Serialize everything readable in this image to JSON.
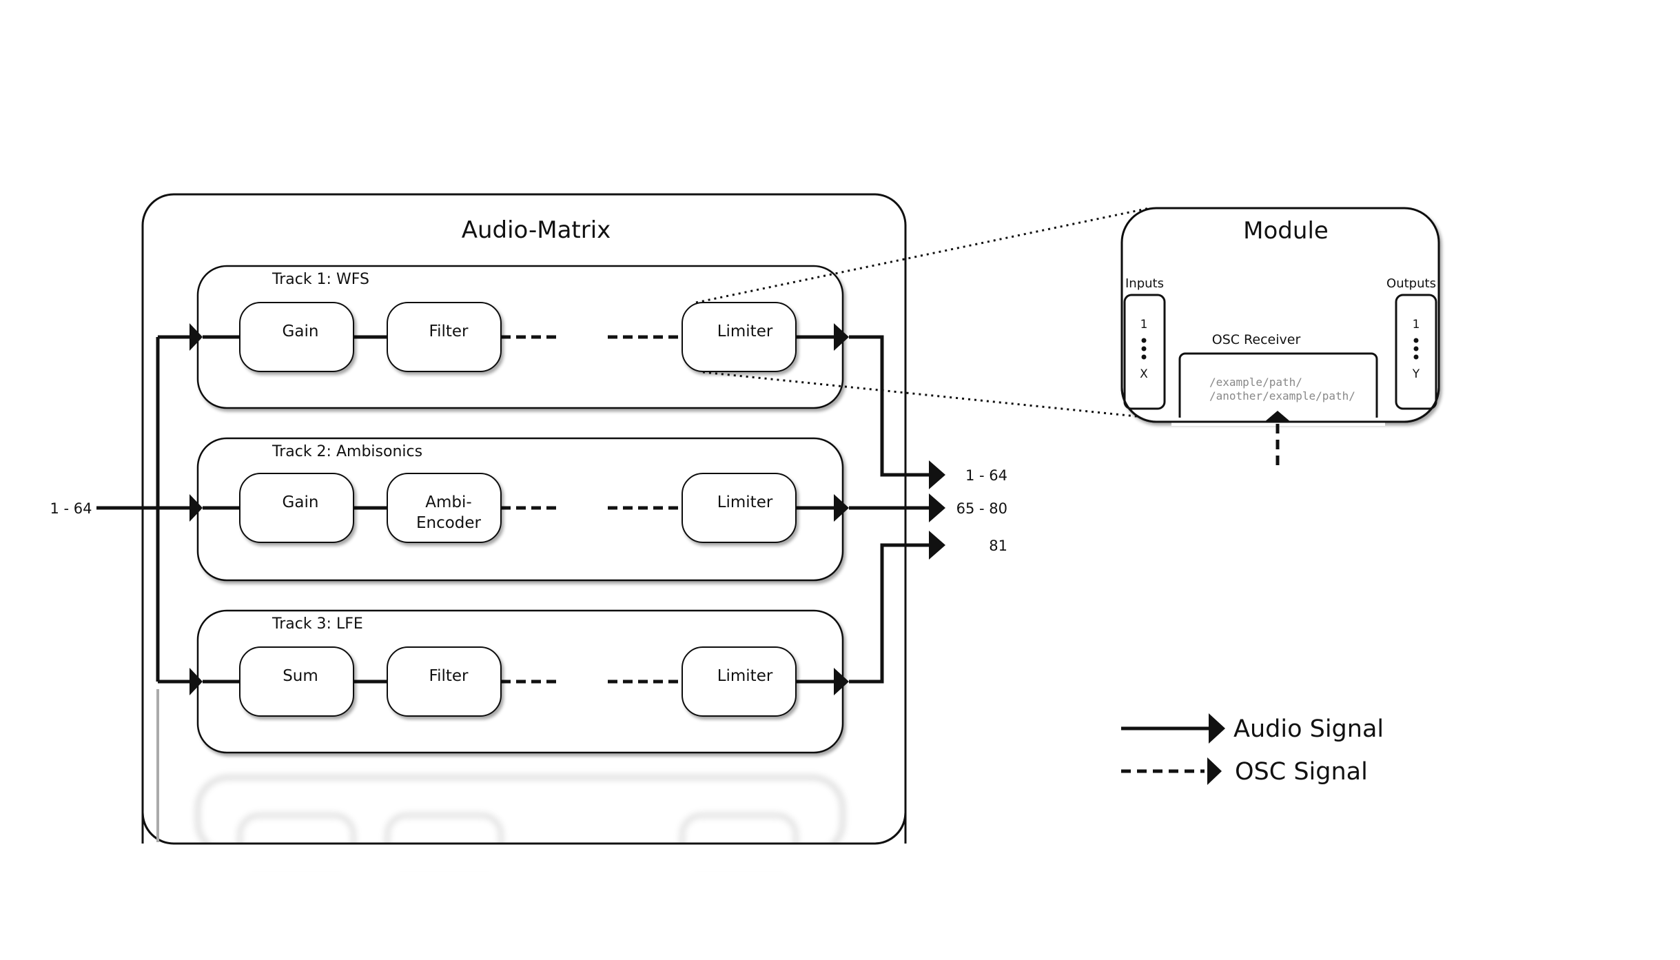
{
  "matrix": {
    "title": "Audio-Matrix",
    "input_label": "1 - 64",
    "tracks": [
      {
        "title": "Track 1: WFS",
        "modules": [
          "Gain",
          "Filter",
          "Limiter"
        ]
      },
      {
        "title": "Track 2: Ambisonics",
        "modules": [
          "Gain",
          "Ambi-",
          "Encoder",
          "Limiter"
        ]
      },
      {
        "title": "Track 3: LFE",
        "modules": [
          "Sum",
          "Filter",
          "Limiter"
        ]
      }
    ],
    "outputs": [
      "1 - 64",
      "65 - 80",
      "81"
    ]
  },
  "module_detail": {
    "title": "Module",
    "inputs_label": "Inputs",
    "outputs_label": "Outputs",
    "inputs_first": "1",
    "inputs_last": "X",
    "outputs_first": "1",
    "outputs_last": "Y",
    "osc_receiver_label": "OSC Receiver",
    "osc_paths": [
      "/example/path/",
      "/another/example/path/"
    ]
  },
  "legend": {
    "audio_label": "Audio Signal",
    "osc_label": "OSC Signal"
  },
  "colors": {
    "stroke": "#111111",
    "box_fill": "#ffffff",
    "shadow": "#9a9a9a",
    "path_text": "#888888"
  }
}
